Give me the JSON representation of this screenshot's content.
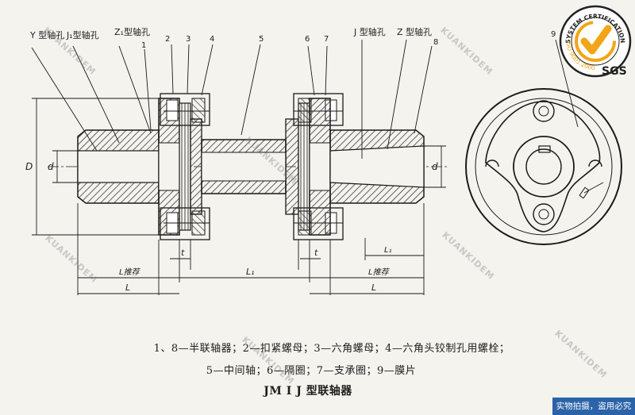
{
  "labels": {
    "y_bore": "Y 型轴孔",
    "j1_bore": "J₁型轴孔",
    "z1_bore": "Z₁型轴孔",
    "j_bore_r": "J 型轴孔",
    "z_bore_r": "Z 型轴孔",
    "n1": "1",
    "n2": "2",
    "n3": "3",
    "n4": "4",
    "n5": "5",
    "n6": "6",
    "n7": "7",
    "n8": "8",
    "n9": "9",
    "dim_D": "D",
    "dim_d_left": "d",
    "dim_d_right": "d",
    "dim_t_left": "t",
    "dim_t_right": "t",
    "dim_L_rec_left": "L推荐",
    "dim_L1": "L₁",
    "dim_L_rec_right": "L推荐",
    "dim_L_left": "L",
    "dim_L_right": "L",
    "dim_L1_small": "L₁"
  },
  "legend": {
    "line1": "1、8—半联轴器；2—扣紧螺母；3—六角螺母；4—六角头铰制孔用螺栓；",
    "line2": "5—中间轴；6—隔圈；7—支承圈；9—膜片",
    "caption": "JM Ⅰ J 型联轴器"
  },
  "watermark": {
    "text": "KUANKIDEM"
  },
  "badge": {
    "ring_text": "SYSTEM CERTIFICATION",
    "iso_text": "ISO 9001:2000",
    "sgs_text": "SGS"
  },
  "footer": {
    "text": "实物拍摄，盗用必究"
  },
  "colors": {
    "ink": "#1a1a1a",
    "hatch": "#3a3a3a",
    "badge_ring": "#222222",
    "badge_check": "#f2a516",
    "footer_bg": "#2b63a8"
  }
}
